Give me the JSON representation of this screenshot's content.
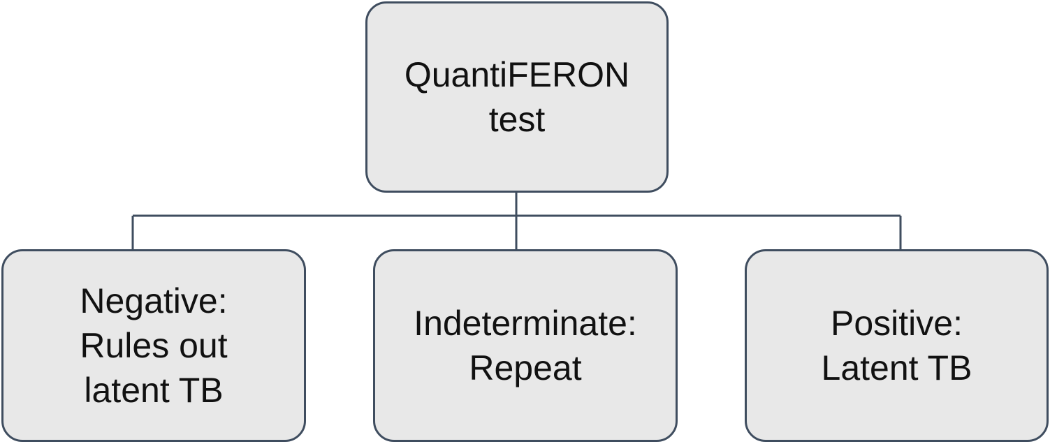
{
  "root": {
    "lines": [
      "QuantiFERON",
      "test"
    ]
  },
  "outcomes": [
    {
      "lines": [
        "Negative:",
        "Rules out",
        "latent TB"
      ]
    },
    {
      "lines": [
        "Indeterminate:",
        "Repeat"
      ]
    },
    {
      "lines": [
        "Positive:",
        "Latent TB"
      ]
    }
  ],
  "colors": {
    "box_fill": "#e8e8e8",
    "box_border": "#3f4d5f",
    "connector": "#3f4d5f",
    "text": "#111111"
  }
}
